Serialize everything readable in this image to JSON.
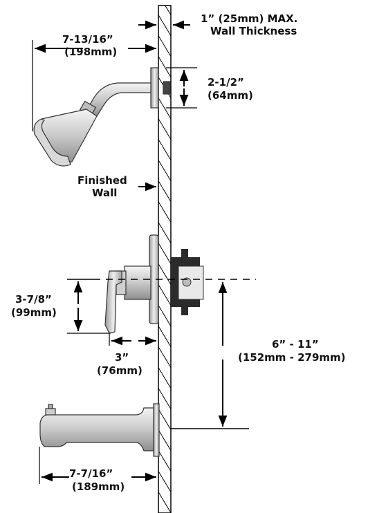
{
  "labels": {
    "wall_thickness_1": "1” (25mm) MAX.",
    "wall_thickness_2": "Wall Thickness",
    "arm_reach_1": "7-13/16”",
    "arm_reach_2": "(198mm)",
    "flange_1": "2-1/2”",
    "flange_2": "(64mm)",
    "finished_wall_1": "Finished",
    "finished_wall_2": "Wall",
    "valve_height_1": "3-7/8”",
    "valve_height_2": "(99mm)",
    "handle_depth_1": "3”",
    "handle_depth_2": "(76mm)",
    "spout_to_valve_1": "6” - 11”",
    "spout_to_valve_2": "(152mm - 279mm)",
    "spout_reach_1": "7-7/16”",
    "spout_reach_2": "(189mm)"
  },
  "colors": {
    "line": "#000000",
    "chrome_light": "#e6e6e6",
    "chrome_mid": "#bdbdbd",
    "chrome_dark": "#8a8a8a",
    "valve_body": "#2b2b2b"
  }
}
